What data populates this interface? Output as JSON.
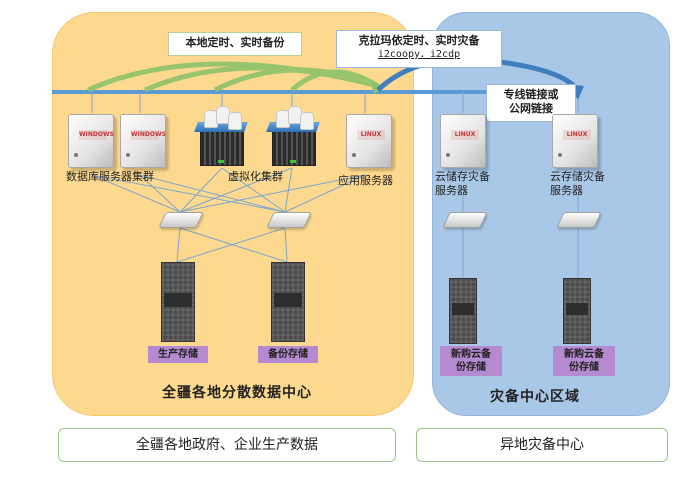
{
  "regions": {
    "local": {
      "title": "全疆各地分散数据中心",
      "color": "#fcd98e"
    },
    "dr": {
      "title": "灾备中心区域",
      "color": "#a9c8e8"
    }
  },
  "callouts": {
    "local_backup": "本地定时、实时备份",
    "remote_backup": {
      "title": "克拉玛依定时、实时灾备",
      "subtitle": "i2coopy．i2cdp"
    },
    "link": {
      "line1": "专线链接或",
      "line2": "公网链接"
    }
  },
  "nodes": {
    "db_cluster": {
      "label": "数据库服务器集群",
      "badge": "WINDOWS"
    },
    "virt_cluster": {
      "label": "虚拟化集群"
    },
    "app_server": {
      "label": "应用服务器",
      "badge": "LINUX"
    },
    "dr_server_1": {
      "line1": "云储存灾备",
      "line2": "服务器",
      "badge": "LINUX"
    },
    "dr_server_2": {
      "line1": "云存储灾备",
      "line2": "服务器",
      "badge": "LINUX"
    },
    "prod_storage": {
      "label": "生产存储"
    },
    "backup_storage": {
      "label": "备份存储"
    },
    "cloud_storage_1": {
      "line1": "新购云备",
      "line2": "份存储"
    },
    "cloud_storage_2": {
      "line1": "新购云备",
      "line2": "份存储"
    }
  },
  "footer": {
    "left": "全疆各地政府、企业生产数据",
    "right": "异地灾备中心"
  },
  "colors": {
    "backbone": "#5b9bd5",
    "local_arrows": "#8dc26a",
    "remote_arrow": "#3f7fbf",
    "wires": "#7ea7cf",
    "storage_tag": "#b58ad0"
  }
}
